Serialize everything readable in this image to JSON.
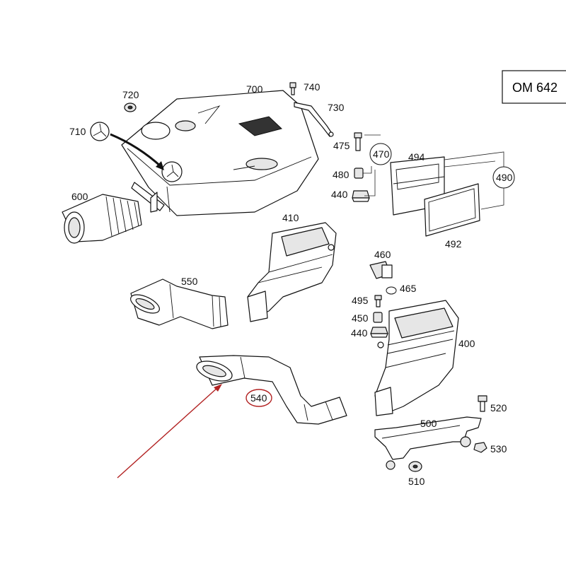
{
  "engine_code": "OM 642",
  "labels": {
    "p700": "700",
    "p720": "720",
    "p710": "710",
    "p740": "740",
    "p730": "730",
    "p475": "475",
    "p470": "470",
    "p480": "480",
    "p440a": "440",
    "p494": "494",
    "p490": "490",
    "p492": "492",
    "p600": "600",
    "p410": "410",
    "p460": "460",
    "p465": "465",
    "p495": "495",
    "p450": "450",
    "p440b": "440",
    "p550": "550",
    "p400": "400",
    "p540": "540",
    "p520": "520",
    "p500": "500",
    "p530": "530",
    "p510": "510"
  },
  "highlight": {
    "part": "540",
    "color": "#b22222"
  }
}
